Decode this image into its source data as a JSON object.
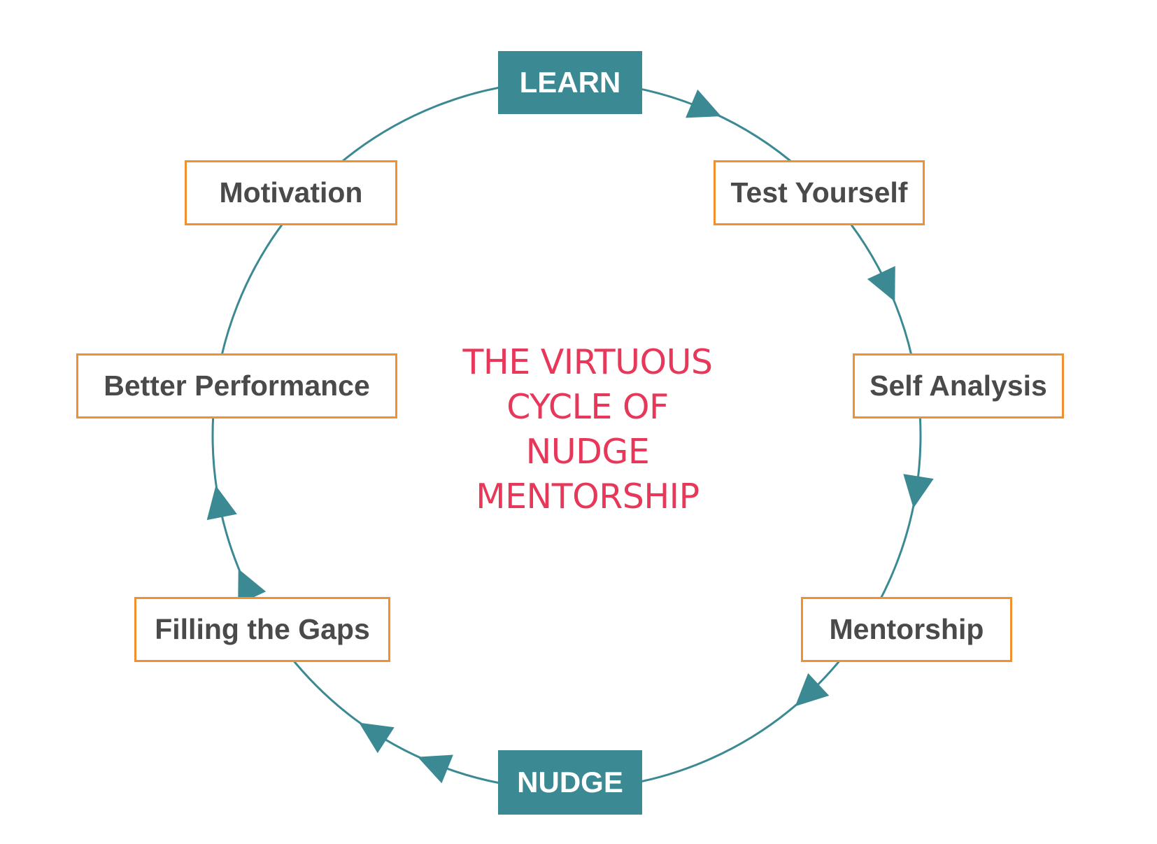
{
  "diagram": {
    "colors": {
      "cycle_line": "#3b8a93",
      "key_node_fill": "#3b8a93",
      "key_node_text": "#ffffff",
      "step_border": "#f0902f",
      "step_text": "#4a4a4a",
      "title": "#e8385a"
    },
    "center_title": [
      "THE VIRTUOUS",
      "CYCLE OF",
      "NUDGE",
      "MENTORSHIP"
    ],
    "nodes": {
      "learn": "LEARN",
      "test_yourself": "Test Yourself",
      "self_analysis": "Self Analysis",
      "mentorship": "Mentorship",
      "nudge": "NUDGE",
      "filling_the_gaps": "Filling the Gaps",
      "better_performance": "Better Performance",
      "motivation": "Motivation"
    },
    "cycle_order": [
      "LEARN",
      "Test Yourself",
      "Self Analysis",
      "Mentorship",
      "NUDGE",
      "Filling the Gaps",
      "Better Performance",
      "Motivation"
    ],
    "direction": "clockwise"
  }
}
